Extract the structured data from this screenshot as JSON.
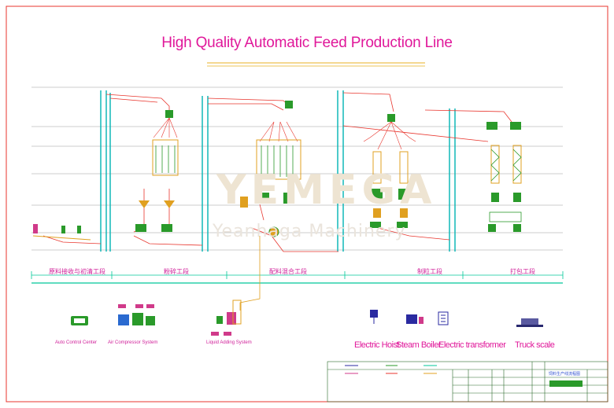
{
  "title": "High Quality Automatic Feed Production Line",
  "watermark": {
    "logo": "YEMEGA",
    "text": "Yeanhaga Machinery"
  },
  "sections": [
    "原料接收与初清工段",
    "粉碎工段",
    "配料混合工段",
    "制粒工段",
    "打包工段"
  ],
  "equipment": [
    {
      "label": "Auto Control Center",
      "icon": "control-cabinet-icon"
    },
    {
      "label": "Air Compressor System",
      "icon": "air-compressor-icon"
    },
    {
      "label": "Liquid Adding System",
      "icon": "liquid-tank-icon"
    },
    {
      "label": "Electric Hoist",
      "icon": "electric-hoist-icon"
    },
    {
      "label": "Steam Boiler",
      "icon": "steam-boiler-icon"
    },
    {
      "label": "Electric transformer",
      "icon": "transformer-icon"
    },
    {
      "label": "Truck scale",
      "icon": "truck-scale-icon"
    }
  ],
  "title_block": {
    "drawing_name": "饲料生产线流程图"
  },
  "colors": {
    "border": "#e8362e",
    "title": "#e0189a",
    "floor_lines": "#9a9a9a",
    "elevator": "#00b4b4",
    "pipe": "#e8362e",
    "bus_line": "#00c89a",
    "equipment": "#e0a020",
    "motor": "#2a9a2a"
  }
}
